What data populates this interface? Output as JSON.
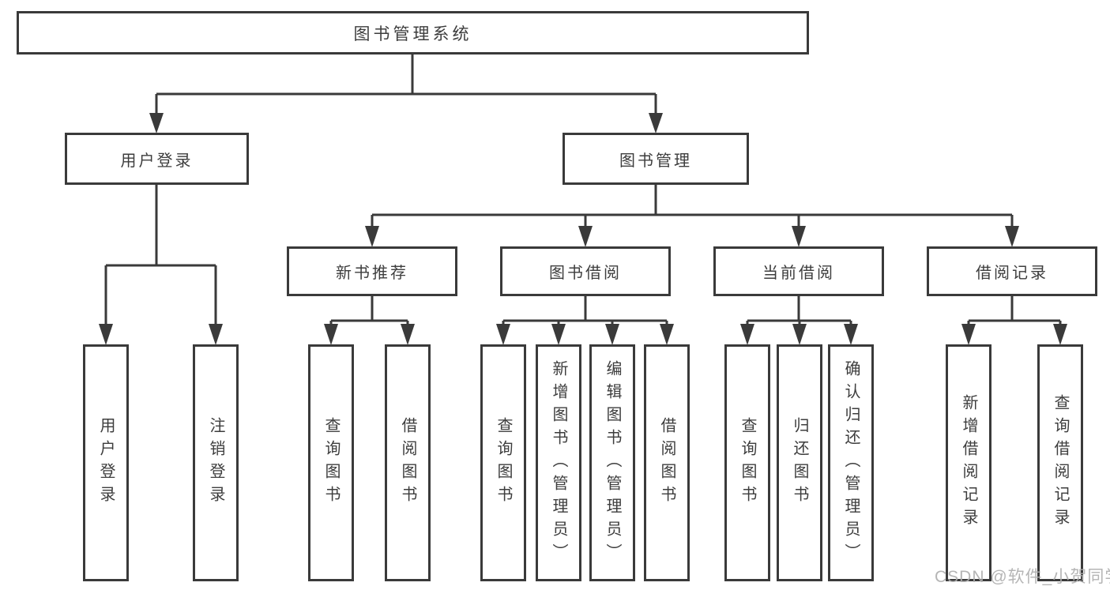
{
  "diagram_title": "图书管理系统",
  "nodes": {
    "root": {
      "label": "图书管理系统"
    },
    "user_login": {
      "label": "用户登录"
    },
    "book_mgmt": {
      "label": "图书管理"
    },
    "new_book_rec": {
      "label": "新书推荐"
    },
    "book_borrow": {
      "label": "图书借阅"
    },
    "current_borrow": {
      "label": "当前借阅"
    },
    "borrow_records": {
      "label": "借阅记录"
    },
    "login_leaf": {
      "label": "用户登录"
    },
    "logout_leaf": {
      "label": "注销登录"
    },
    "rec_query_books": {
      "label": "查询图书"
    },
    "rec_borrow_books": {
      "label": "借阅图书"
    },
    "bb_query_books": {
      "label": "查询图书"
    },
    "bb_add_books": {
      "label": "新增图书（管理员）"
    },
    "bb_edit_books": {
      "label": "编辑图书（管理员）"
    },
    "bb_borrow_books": {
      "label": "借阅图书"
    },
    "cb_query_books": {
      "label": "查询图书"
    },
    "cb_return_books": {
      "label": "归还图书"
    },
    "cb_confirm_return": {
      "label": "确认归还（管理员）"
    },
    "br_add_record": {
      "label": "新增借阅记录"
    },
    "br_query_record": {
      "label": "查询借阅记录"
    }
  },
  "edges": [
    [
      "root",
      "user_login"
    ],
    [
      "root",
      "book_mgmt"
    ],
    [
      "user_login",
      "login_leaf"
    ],
    [
      "user_login",
      "logout_leaf"
    ],
    [
      "book_mgmt",
      "new_book_rec"
    ],
    [
      "book_mgmt",
      "book_borrow"
    ],
    [
      "book_mgmt",
      "current_borrow"
    ],
    [
      "book_mgmt",
      "borrow_records"
    ],
    [
      "new_book_rec",
      "rec_query_books"
    ],
    [
      "new_book_rec",
      "rec_borrow_books"
    ],
    [
      "book_borrow",
      "bb_query_books"
    ],
    [
      "book_borrow",
      "bb_add_books"
    ],
    [
      "book_borrow",
      "bb_edit_books"
    ],
    [
      "book_borrow",
      "bb_borrow_books"
    ],
    [
      "current_borrow",
      "cb_query_books"
    ],
    [
      "current_borrow",
      "cb_return_books"
    ],
    [
      "current_borrow",
      "cb_confirm_return"
    ],
    [
      "borrow_records",
      "br_add_record"
    ],
    [
      "borrow_records",
      "br_query_record"
    ]
  ],
  "watermark": {
    "text": "CSDN @软件_小贺同学",
    "color": "#afafaf"
  },
  "colors": {
    "line": "#3a3a3a",
    "box_border": "#3a3a3a",
    "text": "#3d3d3d",
    "background": "#ffffff"
  }
}
